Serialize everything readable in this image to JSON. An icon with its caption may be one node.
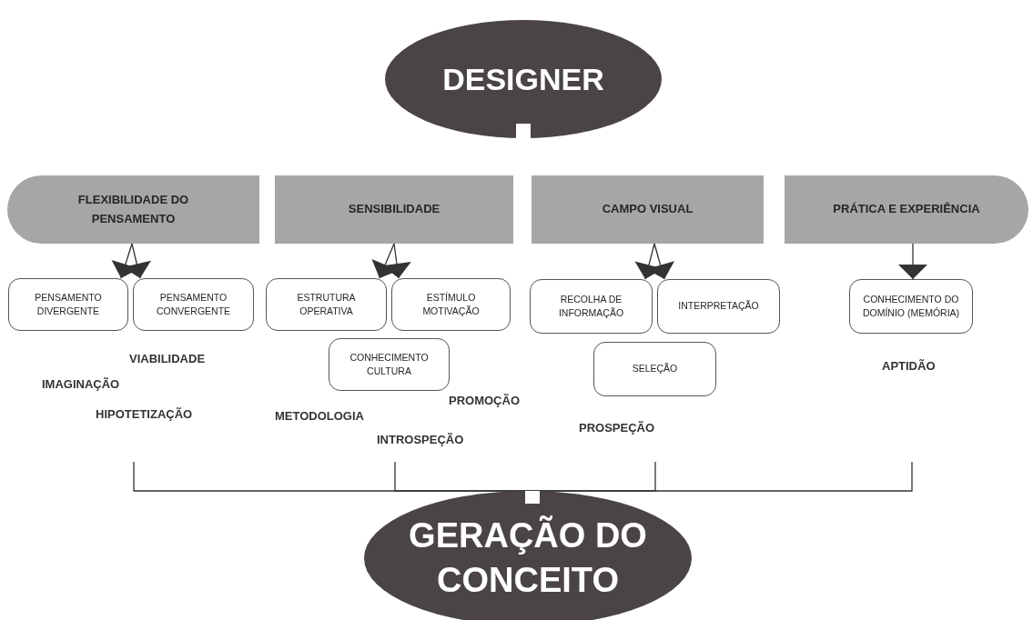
{
  "diagram": {
    "nodes": [
      {
        "text": [
          "DESIGNER"
        ]
      },
      {
        "text": [
          "FLEXIBILIDADE DO PENSAMENTO"
        ]
      },
      {
        "text": [
          "SENSIBILIDADE"
        ]
      },
      {
        "text": [
          "CAMPO VISUAL"
        ]
      },
      {
        "text": [
          "PRÁTICA E EXPERIÊNCIA"
        ]
      },
      {
        "text": [
          "PENSAMENTO DIVERGENTE"
        ]
      },
      {
        "text": [
          "PENSAMENTO CONVERGENTE"
        ]
      },
      {
        "text": [
          "ESTRUTURA OPERATIVA"
        ]
      },
      {
        "text": [
          "ESTÍMULO MOTIVAÇÃO"
        ]
      },
      {
        "text": [
          "CONHECIMENTO CULTURA"
        ]
      },
      {
        "text": [
          "RECOLHA DE INFORMAÇÃO"
        ]
      },
      {
        "text": [
          "INTERPRETAÇÃO"
        ]
      },
      {
        "text": [
          "SELEÇÃO"
        ]
      },
      {
        "text": [
          "CONHECIMENTO DO DOMÍNIO (MEMÓRIA)"
        ]
      },
      {
        "text": [
          "GERAÇÃO DO CONCEITO"
        ]
      }
    ],
    "edges": [
      {
        "from": 1,
        "to": 5,
        "arrow": "to"
      },
      {
        "from": 1,
        "to": 6,
        "arrow": "to"
      },
      {
        "from": 2,
        "to": 7,
        "arrow": "to"
      },
      {
        "from": 2,
        "to": 8,
        "arrow": "to"
      },
      {
        "from": 3,
        "to": 10,
        "arrow": "to"
      },
      {
        "from": 3,
        "to": 11,
        "arrow": "to"
      },
      {
        "from": 4,
        "to": 13,
        "arrow": "to"
      },
      {
        "from": null,
        "to": 14,
        "arrow": "none"
      },
      {
        "from": null,
        "to": 14,
        "arrow": "none"
      },
      {
        "from": null,
        "to": 14,
        "arrow": "none"
      },
      {
        "from": null,
        "to": 14,
        "arrow": "none"
      }
    ],
    "labels": [
      "VIABILIDADE",
      "IMAGINAÇÃO",
      "HIPOTETIZAÇÃO",
      "METODOLOGIA",
      "PROMOÇÃO",
      "INTROSPEÇÃO",
      "PROSPEÇÃO",
      "APTIDÃO"
    ]
  }
}
